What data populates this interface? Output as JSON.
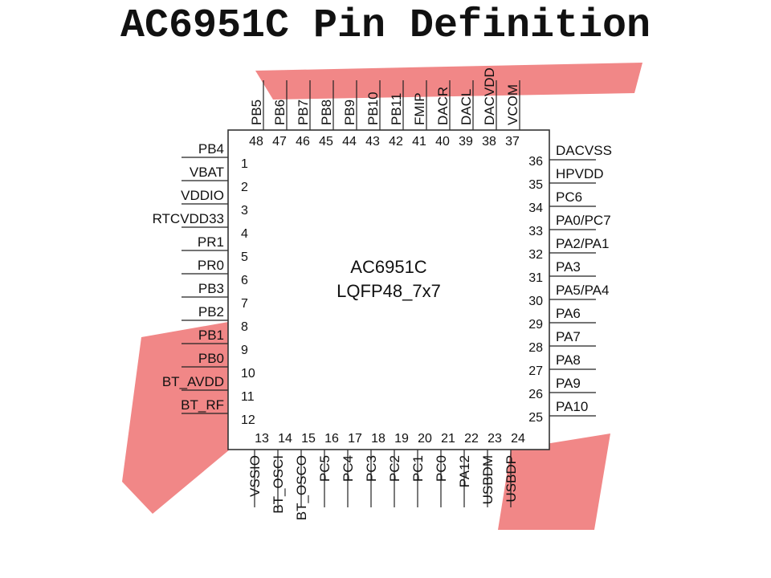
{
  "title": "AC6951C Pin Definition",
  "chip": {
    "name": "AC6951C",
    "package": "LQFP48_7x7"
  },
  "colors": {
    "watermark": "#f07a7a",
    "line": "#222222",
    "body_outline": "#333333"
  },
  "pins": {
    "left": [
      {
        "num": "1",
        "name": "PB4"
      },
      {
        "num": "2",
        "name": "VBAT"
      },
      {
        "num": "3",
        "name": "VDDIO"
      },
      {
        "num": "4",
        "name": "RTCVDD33"
      },
      {
        "num": "5",
        "name": "PR1"
      },
      {
        "num": "6",
        "name": "PR0"
      },
      {
        "num": "7",
        "name": "PB3"
      },
      {
        "num": "8",
        "name": "PB2"
      },
      {
        "num": "9",
        "name": "PB1"
      },
      {
        "num": "10",
        "name": "PB0"
      },
      {
        "num": "11",
        "name": "BT_AVDD"
      },
      {
        "num": "12",
        "name": "BT_RF"
      }
    ],
    "bottom": [
      {
        "num": "13",
        "name": "VSSIO"
      },
      {
        "num": "14",
        "name": "BT_OSCI"
      },
      {
        "num": "15",
        "name": "BT_OSCO"
      },
      {
        "num": "16",
        "name": "PC5"
      },
      {
        "num": "17",
        "name": "PC4"
      },
      {
        "num": "18",
        "name": "PC3"
      },
      {
        "num": "19",
        "name": "PC2"
      },
      {
        "num": "20",
        "name": "PC1"
      },
      {
        "num": "21",
        "name": "PC0"
      },
      {
        "num": "22",
        "name": "PA12"
      },
      {
        "num": "23",
        "name": "USBDM"
      },
      {
        "num": "24",
        "name": "USBDP"
      }
    ],
    "right": [
      {
        "num": "25",
        "name": "PA10"
      },
      {
        "num": "26",
        "name": "PA9"
      },
      {
        "num": "27",
        "name": "PA8"
      },
      {
        "num": "28",
        "name": "PA7"
      },
      {
        "num": "29",
        "name": "PA6"
      },
      {
        "num": "30",
        "name": "PA5/PA4"
      },
      {
        "num": "31",
        "name": "PA3"
      },
      {
        "num": "32",
        "name": "PA2/PA1"
      },
      {
        "num": "33",
        "name": "PA0/PC7"
      },
      {
        "num": "34",
        "name": "PC6"
      },
      {
        "num": "35",
        "name": "HPVDD"
      },
      {
        "num": "36",
        "name": "DACVSS"
      }
    ],
    "top": [
      {
        "num": "37",
        "name": "VCOM"
      },
      {
        "num": "38",
        "name": "DACVDD"
      },
      {
        "num": "39",
        "name": "DACL"
      },
      {
        "num": "40",
        "name": "DACR"
      },
      {
        "num": "41",
        "name": "FMIP"
      },
      {
        "num": "42",
        "name": "PB11"
      },
      {
        "num": "43",
        "name": "PB10"
      },
      {
        "num": "44",
        "name": "PB9"
      },
      {
        "num": "45",
        "name": "PB8"
      },
      {
        "num": "46",
        "name": "PB7"
      },
      {
        "num": "47",
        "name": "PB6"
      },
      {
        "num": "48",
        "name": "PB5"
      }
    ]
  }
}
